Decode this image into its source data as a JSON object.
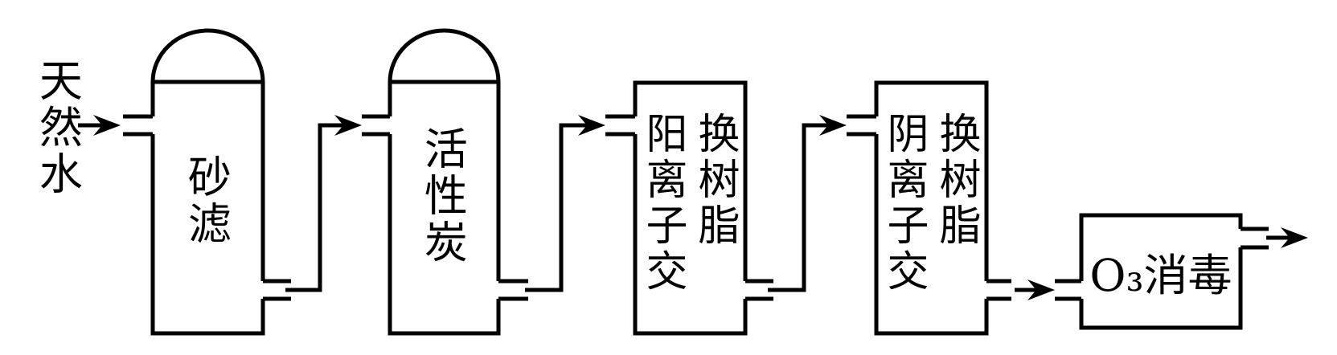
{
  "diagram": {
    "type": "process-flow",
    "background_color": "#ffffff",
    "line_color": "#000000",
    "flow_direction": "left-to-right",
    "source": {
      "label": "天然水"
    },
    "stages": [
      {
        "id": "sand-filter",
        "label": "砂滤",
        "vessel": "domed"
      },
      {
        "id": "activated-carbon",
        "label": "活性炭",
        "vessel": "domed"
      },
      {
        "id": "cation-exchange-resin",
        "label": "阳离子交换树脂",
        "label_display": "阳离子交\n换树脂",
        "vessel": "rect"
      },
      {
        "id": "anion-exchange-resin",
        "label": "阴离子交换树脂",
        "label_display": "阴离子交\n换树脂",
        "vessel": "rect"
      },
      {
        "id": "ozone-disinfection",
        "label": "O₃消毒",
        "vessel": "rect"
      }
    ],
    "icons": {
      "flow_arrow": "right-arrow"
    }
  }
}
